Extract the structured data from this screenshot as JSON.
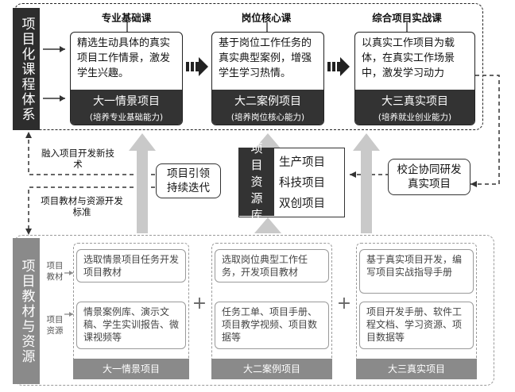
{
  "system_title": "项目化课程体系",
  "resources_title": "项目教材与资源",
  "courses": [
    {
      "header": "专业基础课",
      "desc": "精选生动具体的真实项目工作情景，激发学生兴趣。",
      "project": "大一情景项目",
      "ability": "(培养专业基础能力)"
    },
    {
      "header": "岗位核心课",
      "desc": "基于岗位工作任务的真实典型案例，增强学生学习热情。",
      "project": "大二案例项目",
      "ability": "(培养岗位核心能力)"
    },
    {
      "header": "综合项目实战课",
      "desc": "以真实工作项目为载体，在真实工作场景中，激发学习动力",
      "project": "大三真实项目",
      "ability": "(培养就业创业能力)"
    }
  ],
  "middle": {
    "note_left_top": "融入项目开发新技术",
    "note_left_bottom": "项目教材与资源开发标准",
    "iterate_box": "项目引领持续迭代",
    "pool_title": "项目资源库",
    "pool_items": [
      "生产项目",
      "科技项目",
      "双创项目"
    ],
    "right_box": "校企协同研发真实项目"
  },
  "resource_side_labels": [
    "项目教材",
    "项目资源"
  ],
  "resource_columns": [
    {
      "textbook": "选取情景项目任务开发项目教材",
      "resource": "情景案例库、演示文稿、学生实训报告、微课视频等",
      "footer": "大一情景项目"
    },
    {
      "textbook": "选取岗位典型工作任务，开发项目教材",
      "resource": "任务工单、项目手册、项目教学视频、项目数据等",
      "footer": "大二案例项目"
    },
    {
      "textbook": "基于真实项目开发，编写项目实战指导手册",
      "resource": "项目开发手册、软件工程文档、学习资源、项目数据等",
      "footer": "大三真实项目"
    }
  ],
  "plus_sign": "+"
}
